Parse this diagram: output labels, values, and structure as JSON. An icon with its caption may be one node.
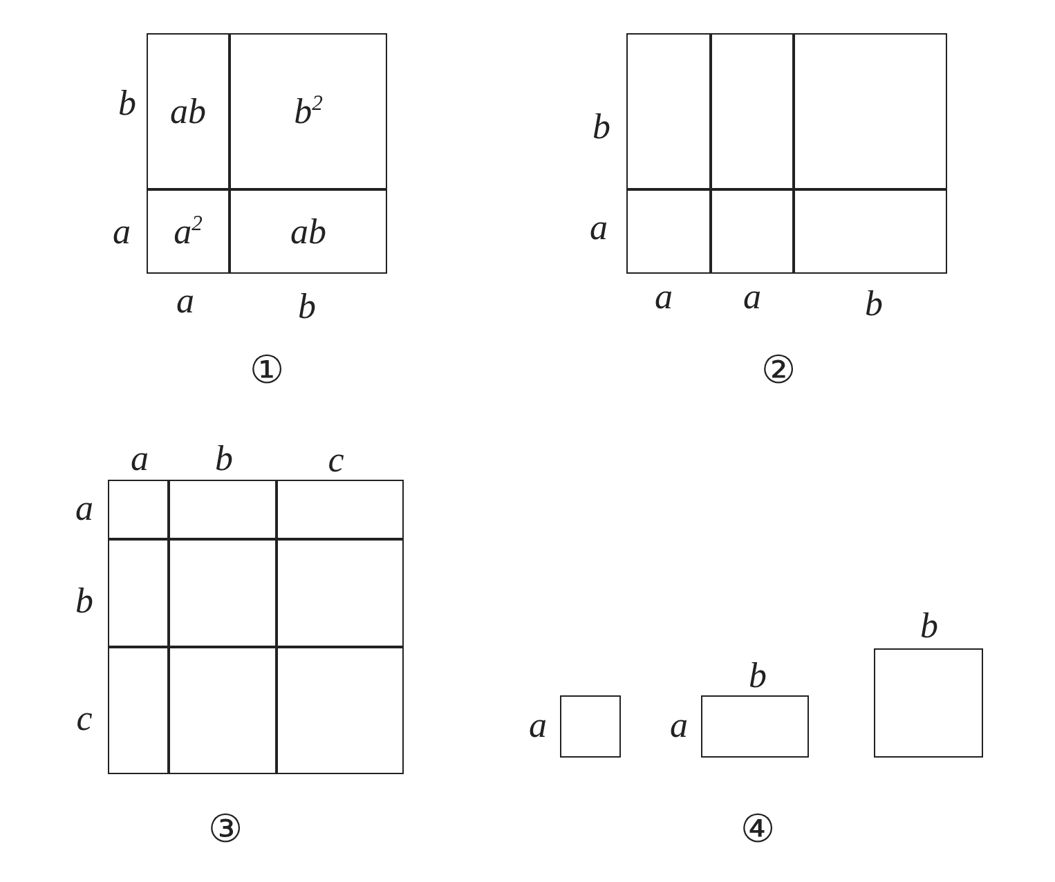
{
  "diagram": {
    "nodes": [
      {
        "text": [
          "ab"
        ]
      },
      {
        "text": [
          "b$^{2}$"
        ]
      },
      {
        "text": [
          "a$^{2}$"
        ]
      },
      {
        "text": [
          "ab"
        ]
      },
      {
        "text": [],
        "shape": "box"
      },
      {
        "text": [],
        "shape": "box"
      },
      {
        "text": [],
        "shape": "box"
      },
      {
        "text": [],
        "shape": "box"
      },
      {
        "text": [],
        "shape": "box"
      },
      {
        "text": [],
        "shape": "box"
      },
      {
        "text": [],
        "shape": "box"
      },
      {
        "text": [],
        "shape": "box"
      },
      {
        "text": [],
        "shape": "box"
      },
      {
        "text": [],
        "shape": "box"
      },
      {
        "text": [],
        "shape": "box"
      },
      {
        "text": [],
        "shape": "box"
      },
      {
        "text": [],
        "shape": "box"
      },
      {
        "text": [],
        "shape": "box"
      },
      {
        "text": [],
        "shape": "box"
      },
      {
        "text": [],
        "shape": "box",
        "beside": [
          "a"
        ]
      },
      {
        "text": [],
        "shape": "box",
        "beside": [
          "a",
          "b"
        ]
      },
      {
        "text": [],
        "shape": "box",
        "beside": [
          "b"
        ]
      }
    ],
    "edges": [],
    "labels": [
      "b",
      "a",
      "a",
      "b",
      "①",
      "b",
      "a",
      "a",
      "a",
      "b",
      "②",
      "a",
      "b",
      "c",
      "a",
      "b",
      "c",
      "③",
      "④"
    ]
  }
}
